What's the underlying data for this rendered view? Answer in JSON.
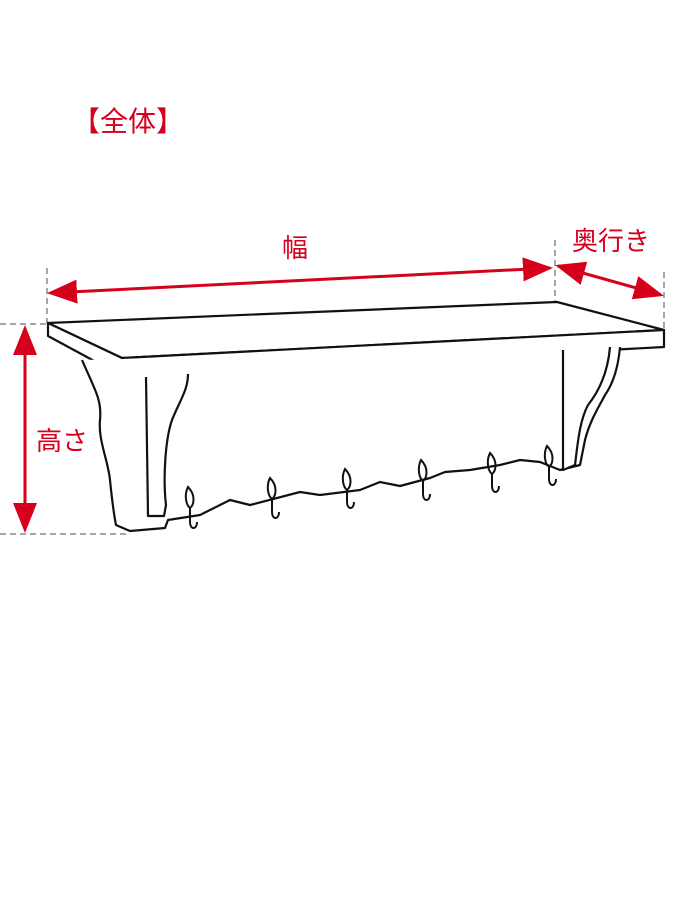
{
  "title": "【全体】",
  "labels": {
    "width": "幅",
    "depth": "奥行き",
    "height": "高さ"
  },
  "colors": {
    "dimension": "#d6001c",
    "guide": "#888888",
    "line": "#111111"
  }
}
